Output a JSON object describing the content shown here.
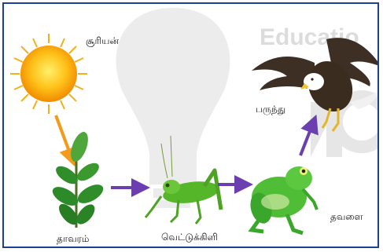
{
  "watermark": {
    "text": "Educatio"
  },
  "food_chain": {
    "labels": {
      "sun": "சூரியன்",
      "plant": "தாவரம்",
      "grasshopper": "வெட்டுக்கிளி",
      "frog": "தவளை",
      "eagle": "பருந்து"
    }
  },
  "colors": {
    "border": "#1f3f8f",
    "sun_core": "#f6a000",
    "sun_ray": "#f3b21a",
    "sun_arrow": "#f39a1b",
    "chain_arrow": "#6b3fb0",
    "plant": "#2f8d2a",
    "grasshopper": "#56b62a",
    "frog": "#4fbe36",
    "eagle": "#3e2f24"
  }
}
